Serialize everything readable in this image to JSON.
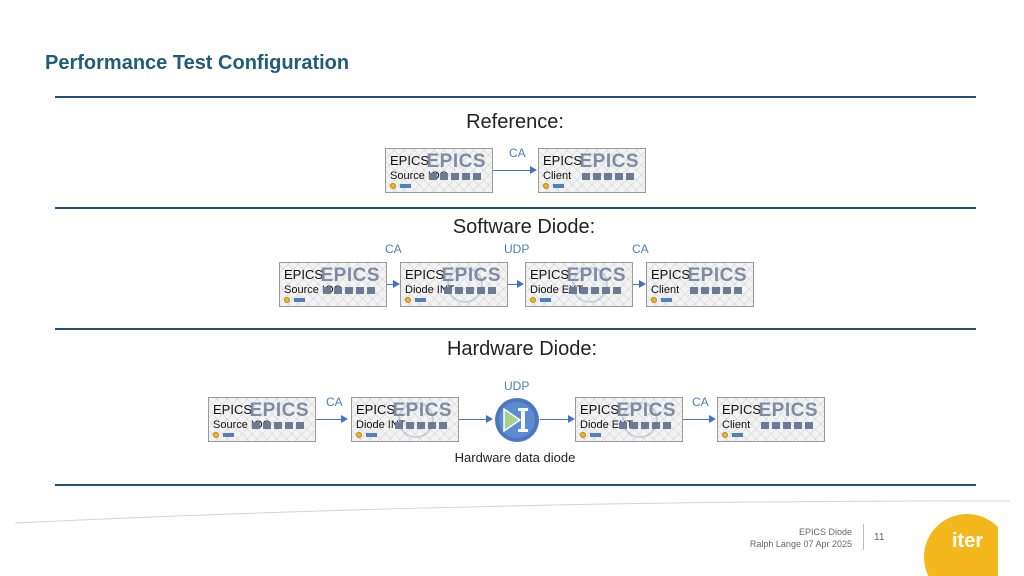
{
  "slide_title": "Performance Test Configuration",
  "sections": {
    "reference": {
      "title": "Reference:",
      "boxes": [
        {
          "line1": "EPICS",
          "line2": "Source IOC",
          "logo": "EPICS"
        },
        {
          "line1": "EPICS",
          "line2": "Client",
          "logo": "EPICS"
        }
      ],
      "links": [
        "CA"
      ]
    },
    "software": {
      "title": "Software Diode:",
      "boxes": [
        {
          "line1": "EPICS",
          "line2": "Source IOC",
          "logo": "EPICS"
        },
        {
          "line1": "EPICS",
          "line2": "Diode INT",
          "logo": "EPICS"
        },
        {
          "line1": "EPICS",
          "line2": "Diode EXT",
          "logo": "EPICS"
        },
        {
          "line1": "EPICS",
          "line2": "Client",
          "logo": "EPICS"
        }
      ],
      "links": [
        "CA",
        "UDP",
        "CA"
      ]
    },
    "hardware": {
      "title": "Hardware Diode:",
      "boxes": [
        {
          "line1": "EPICS",
          "line2": "Source IOC",
          "logo": "EPICS"
        },
        {
          "line1": "EPICS",
          "line2": "Diode INT",
          "logo": "EPICS"
        },
        {
          "line1": "EPICS",
          "line2": "Diode EXT",
          "logo": "EPICS"
        },
        {
          "line1": "EPICS",
          "line2": "Client",
          "logo": "EPICS"
        }
      ],
      "links": [
        "CA",
        "UDP",
        "CA"
      ],
      "diode_caption": "Hardware data diode"
    }
  },
  "footer": {
    "title": "EPICS Diode",
    "author_date": "Ralph Lange  07 Apr 2025",
    "page_number": "11",
    "logo_text": "iter"
  },
  "colors": {
    "title": "#1f5c7a",
    "rule": "#1f4e79",
    "arrow": "#4472c4",
    "logo_yellow": "#f5b81c"
  },
  "icons": {
    "diode": "diode-play-icon",
    "status": "status-dot-icon"
  }
}
